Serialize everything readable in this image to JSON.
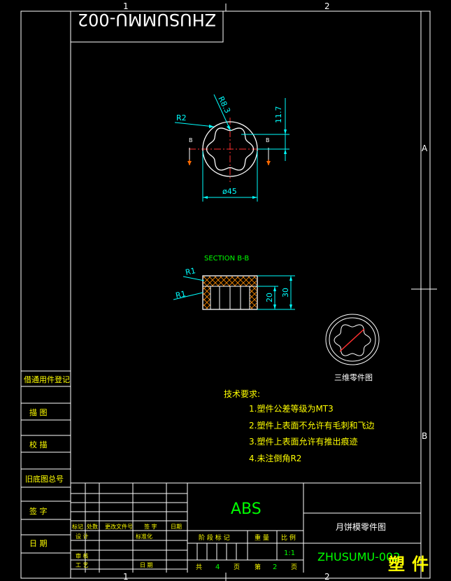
{
  "title_box_code": "ZHUSUMMU-002",
  "zone_labels": {
    "top1": "1",
    "top2": "2",
    "bottom1": "1",
    "bottom2": "2",
    "rightA": "A",
    "rightB": "B"
  },
  "dimensions": {
    "r83": "R8.3",
    "r2": "R2",
    "d117": "11.7",
    "d45": "ø45",
    "section_mark": "B",
    "r1a": "R1",
    "r1b": "R1",
    "d20": "20",
    "d30": "30"
  },
  "section_title": "SECTION B-B",
  "iso_caption": "三维零件图",
  "tech": {
    "heading": "技术要求:",
    "lines": [
      "1.塑件公差等级为MT3",
      "2.塑件上表面不允许有毛刺和飞边",
      "3.塑件上表面允许有推出痕迹",
      "4.未注倒角R2"
    ]
  },
  "left_labels": [
    "借通用件登记",
    "描 图",
    "校 描",
    "旧底图总号",
    "签 字",
    "日 期"
  ],
  "titleblock": {
    "material": "ABS",
    "part_name": "月饼模零件图",
    "drawing_no": "ZHUSUMU-002",
    "scale": "1:1",
    "rev_headers": [
      "标记",
      "处数",
      "更改文件号",
      "签 字",
      "日期"
    ],
    "row_design": "设 计",
    "row_standard": "标准化",
    "row_review": "审 核",
    "row_process": "工 艺",
    "row_date": "日 期",
    "stage_label": "阶 段 标 记",
    "weight_label": "重 量",
    "scale_label": "比 例",
    "sheets_total_label": "共",
    "sheets_total": "4",
    "sheets_unit1": "页",
    "sheet_label": "第",
    "sheet_no": "2",
    "sheets_unit2": "页"
  },
  "watermark": "塑件"
}
